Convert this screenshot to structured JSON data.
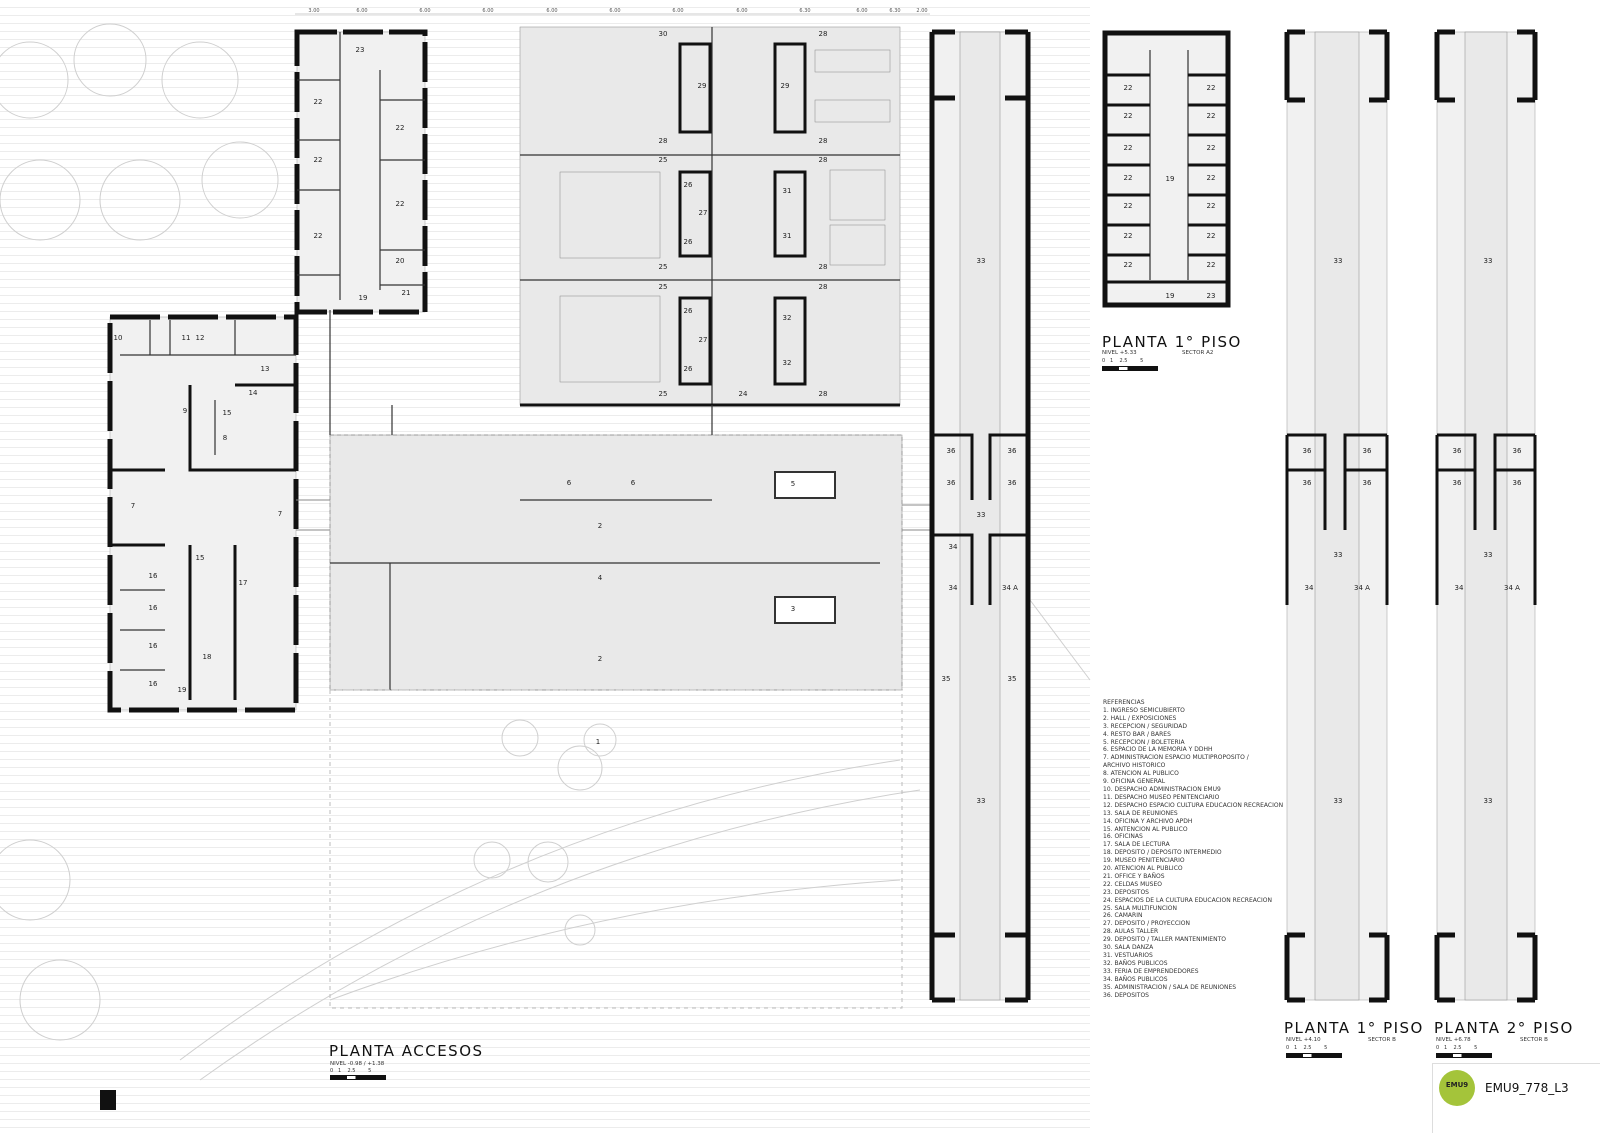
{
  "dimensions": [
    "3.00",
    "6.00",
    "6.00",
    "6.00",
    "6.00",
    "6.00",
    "6.00",
    "6.00",
    "6.30",
    "6.00",
    "6.30",
    "2.00"
  ],
  "room_labels": [
    "23",
    "22",
    "22",
    "22",
    "22",
    "22",
    "20",
    "19",
    "21",
    "10",
    "11",
    "12",
    "13",
    "14",
    "15",
    "8",
    "9",
    "7",
    "7",
    "15",
    "16",
    "16",
    "16",
    "16",
    "17",
    "18",
    "19",
    "30",
    "28",
    "29",
    "29",
    "28",
    "28",
    "25",
    "28",
    "26",
    "27",
    "26",
    "31",
    "31",
    "25",
    "28",
    "25",
    "28",
    "26",
    "27",
    "26",
    "32",
    "32",
    "25",
    "24",
    "28",
    "6",
    "6",
    "5",
    "2",
    "4",
    "3",
    "2",
    "1",
    "33",
    "36",
    "36",
    "36",
    "36",
    "33",
    "34",
    "34",
    "34 A",
    "35",
    "35",
    "33",
    "22",
    "22",
    "22",
    "22",
    "22",
    "22",
    "22",
    "22",
    "22",
    "22",
    "22",
    "22",
    "22",
    "22",
    "19",
    "19",
    "23",
    "33",
    "36",
    "36",
    "36",
    "36",
    "33",
    "34",
    "34 A",
    "33",
    "33",
    "36",
    "36",
    "36",
    "36",
    "33",
    "34",
    "34 A",
    "33"
  ],
  "plans": [
    {
      "title": "PLANTA ACCESOS",
      "level": "NIVEL -0.98 / +1.38",
      "sector": ""
    },
    {
      "title": "PLANTA 1° PISO",
      "level": "NIVEL +5.33",
      "sector": "SECTOR A2"
    },
    {
      "title": "PLANTA 1° PISO",
      "level": "NIVEL +4.10",
      "sector": "SECTOR B"
    },
    {
      "title": "PLANTA 2° PISO",
      "level": "NIVEL +6.78",
      "sector": "SECTOR B"
    }
  ],
  "scale_labels": "0   1    2.5        5",
  "references": {
    "title": "REFERENCIAS",
    "items": [
      "1. INGRESO SEMICUBIERTO",
      "2. HALL / EXPOSICIONES",
      "3. RECEPCION / SEGURIDAD",
      "4. RESTO BAR / BARES",
      "5. RECEPCION / BOLETERIA",
      "6. ESPACIO DE LA MEMORIA Y DDHH",
      "7. ADMINISTRACION ESPACIO MULTIPROPOSITO /",
      "ARCHIVO HISTORICO",
      "8. ATENCION AL PUBLICO",
      "9. OFICINA GENERAL",
      "10. DESPACHO ADMINISTRACION EMU9",
      "11. DESPACHO MUSEO PENITENCIARIO",
      "12. DESPACHO ESPACIO CULTURA EDUCACION RECREACION",
      "13. SALA DE REUNIONES",
      "14. OFICINA Y ARCHIVO APDH",
      "15. ANTENCION AL PUBLICO",
      "16. OFICINAS",
      "17. SALA DE LECTURA",
      "18. DEPOSITO / DEPOSITO INTERMEDIO",
      "19. MUSEO PENITENCIARIO",
      "20. ATENCION AL PUBLICO",
      "21. OFFICE Y BAÑOS",
      "22. CELDAS MUSEO",
      "23. DEPOSITOS",
      "24. ESPACIOS DE LA CULTURA EDUCACION RECREACION",
      "25. SALA MULTIFUNCION",
      "26. CAMARIN",
      "27. DEPOSITO / PROYECCION",
      "28. AULAS TALLER",
      "29. DEPOSITO / TALLER MANTENIMIENTO",
      "30. SALA DANZA",
      "31. VESTUARIOS",
      "32. BAÑOS PUBLICOS",
      "33. FERIA DE EMPRENDEDORES",
      "34. BAÑOS PUBLICOS",
      "35. ADMINISTRACION / SALA DE REUNIONES",
      "36. DEPOSITOS"
    ]
  },
  "logo": {
    "text": "EMU9",
    "code": "EMU9_778_L3",
    "color": "#a4c43a"
  }
}
